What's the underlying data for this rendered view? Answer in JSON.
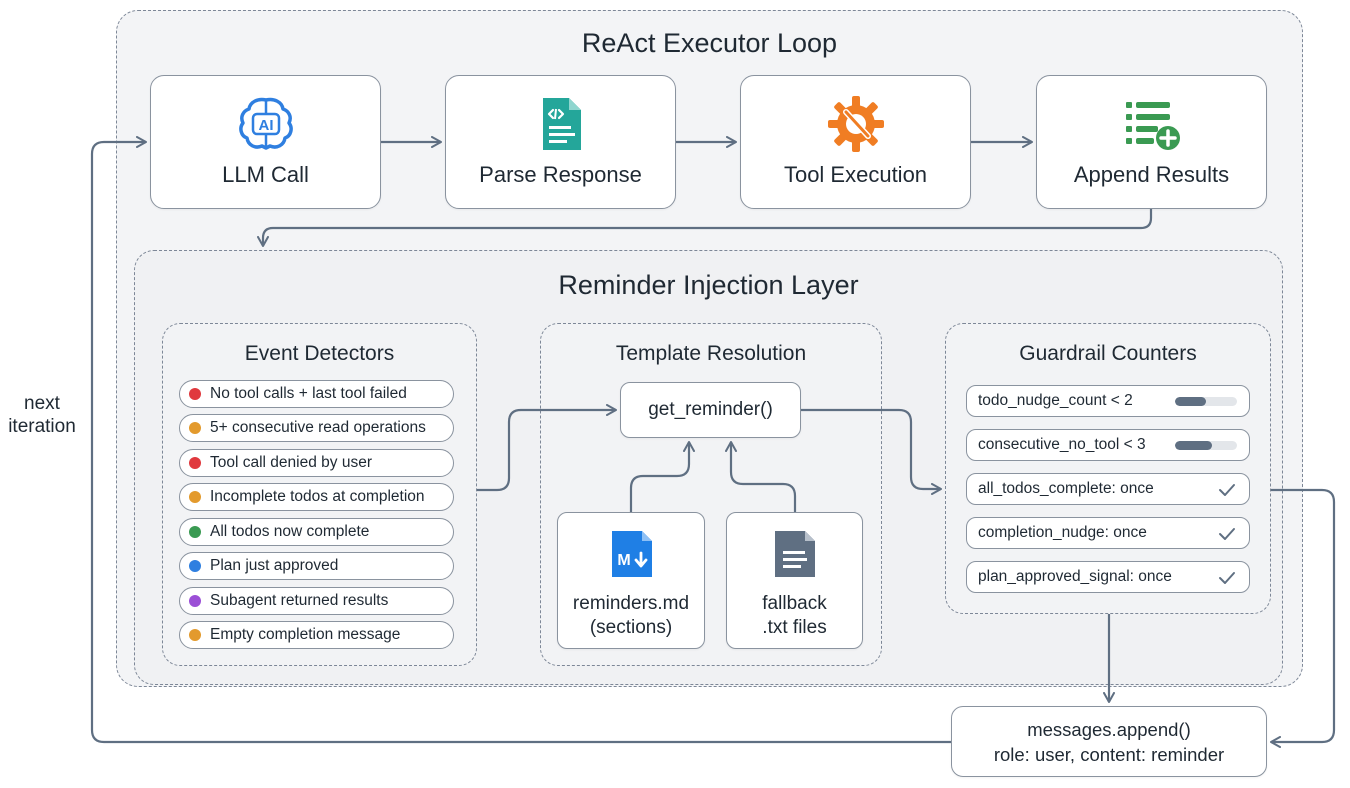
{
  "title": "ReAct Executor Loop",
  "steps": [
    {
      "label": "LLM Call",
      "icon": "brain-ai-icon"
    },
    {
      "label": "Parse Response",
      "icon": "code-document-icon"
    },
    {
      "label": "Tool Execution",
      "icon": "gear-wrench-icon"
    },
    {
      "label": "Append Results",
      "icon": "list-add-icon"
    }
  ],
  "layer_title": "Reminder Injection Layer",
  "event_detectors": {
    "title": "Event Detectors",
    "items": [
      {
        "label": "No tool calls + last tool failed",
        "color": "#e0393e"
      },
      {
        "label": "5+ consecutive read operations",
        "color": "#e39a2d"
      },
      {
        "label": "Tool call denied by user",
        "color": "#e0393e"
      },
      {
        "label": "Incomplete todos at completion",
        "color": "#e39a2d"
      },
      {
        "label": "All todos now complete",
        "color": "#3a9a52"
      },
      {
        "label": "Plan just approved",
        "color": "#2f7fe0"
      },
      {
        "label": "Subagent returned results",
        "color": "#9b4fd6"
      },
      {
        "label": "Empty completion message",
        "color": "#e39a2d"
      }
    ]
  },
  "template_resolution": {
    "title": "Template Resolution",
    "function": "get_reminder()",
    "sources": [
      {
        "label_line1": "reminders.md",
        "label_line2": "(sections)",
        "icon": "markdown-file-icon"
      },
      {
        "label_line1": "fallback",
        "label_line2": ".txt files",
        "icon": "text-file-icon"
      }
    ]
  },
  "guardrail_counters": {
    "title": "Guardrail Counters",
    "items": [
      {
        "label": "todo_nudge_count < 2",
        "kind": "bar",
        "level": 0.5
      },
      {
        "label": "consecutive_no_tool < 3",
        "kind": "bar",
        "level": 0.6
      },
      {
        "label": "all_todos_complete: once",
        "kind": "check"
      },
      {
        "label": "completion_nudge: once",
        "kind": "check"
      },
      {
        "label": "plan_approved_signal: once",
        "kind": "check"
      }
    ]
  },
  "output": {
    "line1": "messages.append()",
    "line2": "role: user, content: reminder"
  },
  "loop_label": {
    "line1": "next",
    "line2": "iteration"
  },
  "colors": {
    "connector": "#5f6f82",
    "dashed_border": "#7d8797"
  }
}
